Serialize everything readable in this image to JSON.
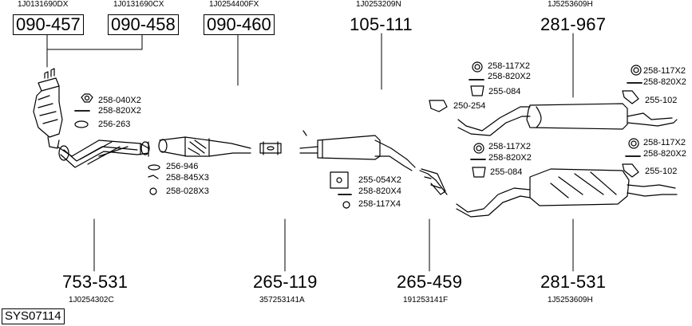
{
  "diagram": {
    "system_code": "SYS07114",
    "top_groups": [
      {
        "oem": "1J0131690DX",
        "part": "090-457"
      },
      {
        "oem": "1J0131690CX",
        "part": "090-458"
      },
      {
        "oem": "1J0254400FX",
        "part": "090-460"
      },
      {
        "oem": "1J0253209N",
        "part": "105-111"
      },
      {
        "oem": "1J5253609H",
        "part": "281-967"
      }
    ],
    "bottom_groups": [
      {
        "part": "753-531",
        "oem": "1J0254302C"
      },
      {
        "part": "265-119",
        "oem": "357253141A"
      },
      {
        "part": "265-459",
        "oem": "191253141F"
      },
      {
        "part": "281-531",
        "oem": "1J5253609H"
      }
    ],
    "fittings": {
      "cat": [
        "258-040X2",
        "258-820X2",
        "256-263"
      ],
      "front": [
        "256-946",
        "258-845X3",
        "258-028X3"
      ],
      "mid": [
        "255-054X2",
        "258-820X4",
        "258-117X4"
      ],
      "upper_left": [
        "258-117X2",
        "258-820X2",
        "255-084",
        "250-254"
      ],
      "upper_right": [
        "258-117X2",
        "258-820X2",
        "255-102"
      ],
      "lower_left": [
        "258-117X2",
        "258-820X2",
        "255-084"
      ],
      "lower_right": [
        "258-117X2",
        "258-820X2",
        "255-102"
      ]
    }
  }
}
